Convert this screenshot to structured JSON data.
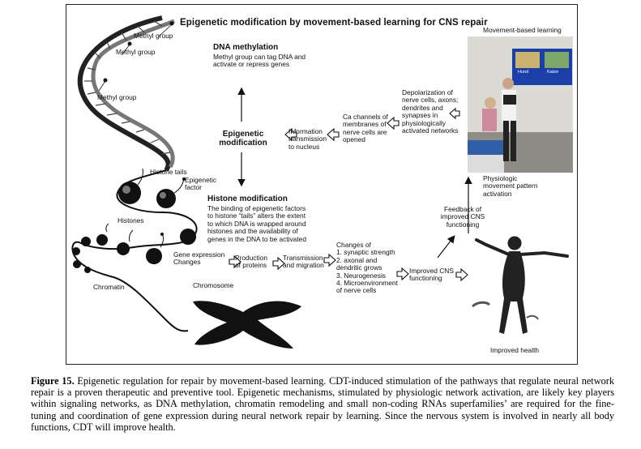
{
  "figure": {
    "title": "Epigenetic modification by movement-based learning for CNS repair",
    "labels": {
      "methyl_group_1": "Methyl group",
      "methyl_group_2": "Methyl group",
      "methyl_group_3": "Methyl group",
      "histone_tails": "Histone tails",
      "epigenetic_factor": "Epigenetic factor",
      "histones": "Histones",
      "chromatin": "Chromatin",
      "chromosome": "Chromosome",
      "movement_based_learning": "Movement-based learning",
      "screen_left": "Hund",
      "screen_right": "Katze",
      "improved_health": "Improved health",
      "physiologic_movement": "Physiologic movement pattern activation",
      "feedback": "Feedback of improved CNS functioning"
    },
    "dna_methylation": {
      "heading": "DNA methylation",
      "text": "Methyl group can tag DNA and activate or repress genes"
    },
    "epigenetic_modification": "Epigenetic modification",
    "histone_modification": {
      "heading": "Histone modification",
      "text": "The binding of epigenetic factors to histone “tails” alters the extent to which DNA is wrapped around histones and the availability of genes in the DNA to be activated"
    },
    "flow_top": {
      "information": "Information transmission to nucleus",
      "ca_channels": "Ca channels of membranes of nerve cells are opened",
      "depolarization": "Depolarization of nerve cells, axons; dendrites and synapses in physiologically activated networks"
    },
    "flow_bottom": {
      "gene_expression": "Gene expression Changes",
      "production": "Production of proteins",
      "transmission": "Transmission and migration",
      "changes_heading": "Changes of",
      "changes_list": [
        "1. synaptic strength",
        "2. axonal and dendritic grows",
        "3. Neurogenesis",
        "4. Microenvironment of nerve cells"
      ],
      "improved_cns": "Improved CNS functioning"
    }
  },
  "caption": {
    "label": "Figure 15.",
    "text": " Epigenetic regulation for repair by movement-based learning. CDT-induced stimulation of the pathways that regulate neural network repair is a proven therapeutic and preventive tool. Epigenetic mechanisms, stimulated by physiologic network activation, are likely key players within signaling networks, as DNA methylation, chromatin remodeling and small non-coding RNAs superfamilies’ are required for the fine-tuning and coordination of gene expression during neural network repair by learning. Since the nervous system is involved in nearly all body functions, CDT will improve health."
  }
}
